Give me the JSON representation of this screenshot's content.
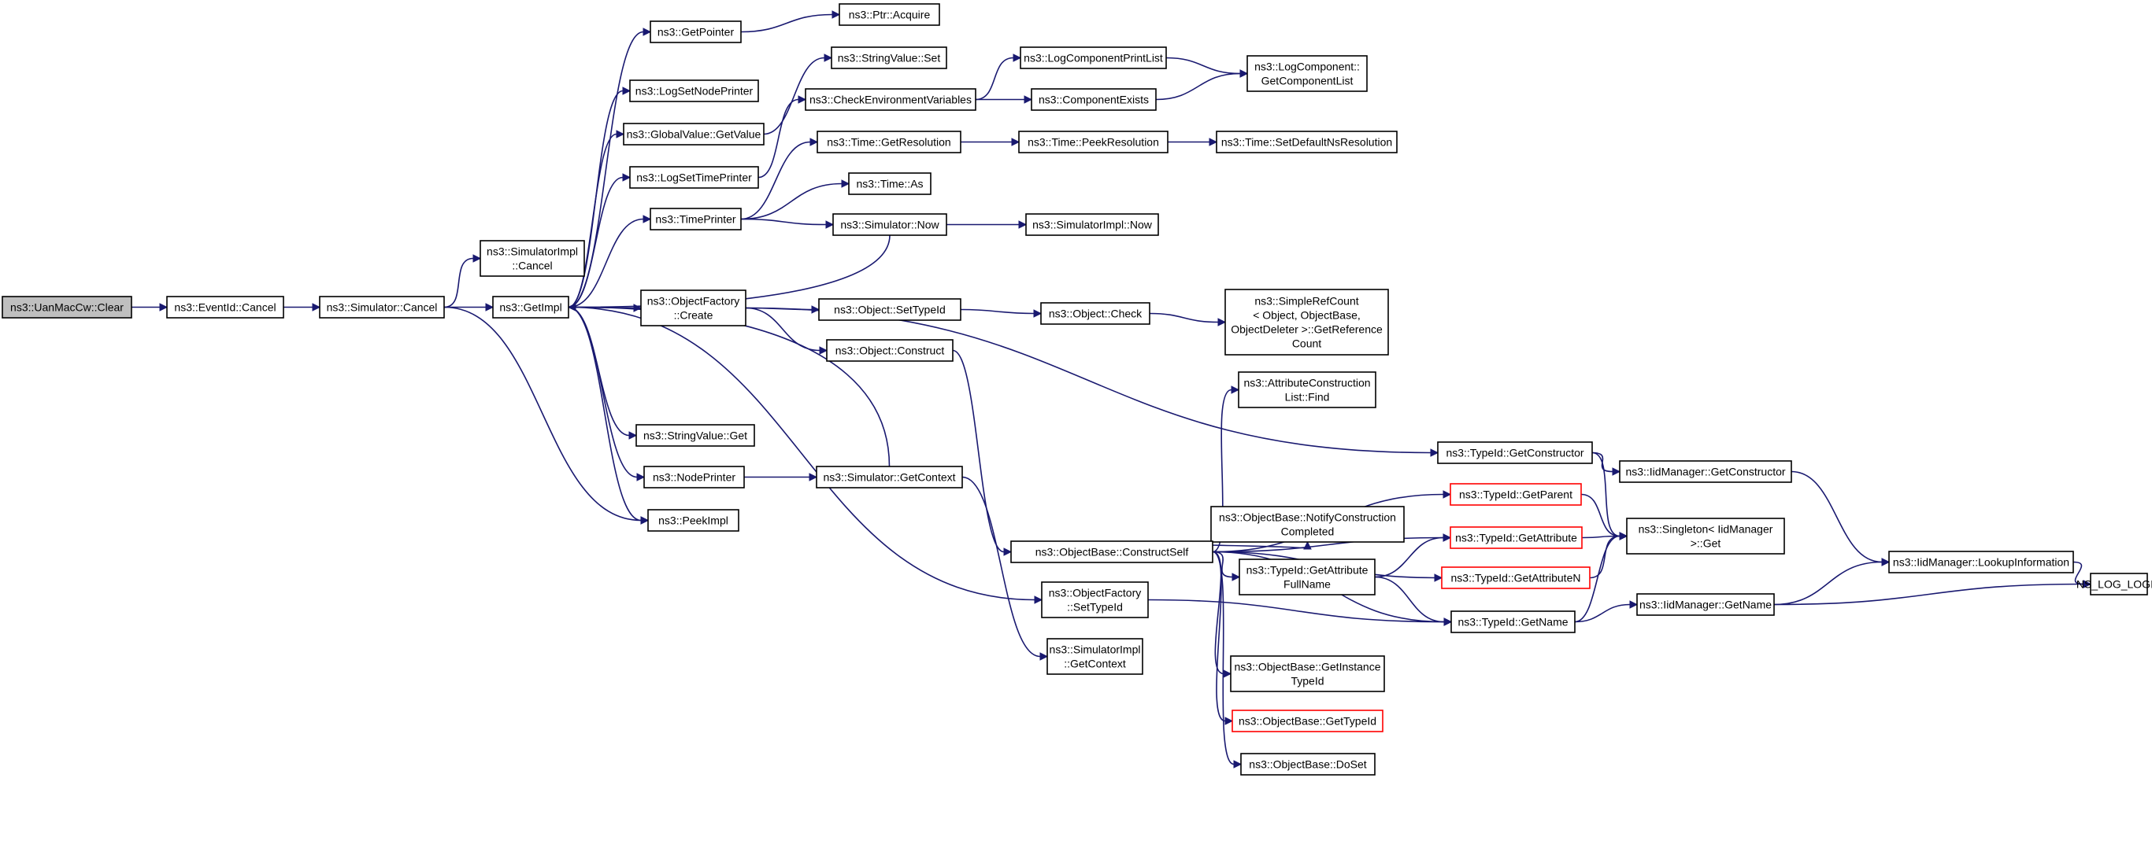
{
  "diagram": {
    "title": "",
    "colors": {
      "edge": "#191970",
      "node_border": "#000000",
      "node_border_red": "#ff0000",
      "root_fill": "#bfbfbf"
    },
    "nodes": {
      "clear": {
        "lines": [
          "ns3::UanMacCw::Clear"
        ]
      },
      "eventid_cancel": {
        "lines": [
          "ns3::EventId::Cancel"
        ]
      },
      "sim_cancel": {
        "lines": [
          "ns3::Simulator::Cancel"
        ]
      },
      "simimpl_cancel": {
        "lines": [
          "ns3::SimulatorImpl",
          "::Cancel"
        ]
      },
      "getimpl": {
        "lines": [
          "ns3::GetImpl"
        ]
      },
      "getpointer": {
        "lines": [
          "ns3::GetPointer"
        ]
      },
      "ptr_acquire": {
        "lines": [
          "ns3::Ptr::Acquire"
        ]
      },
      "logsetnodeprinter": {
        "lines": [
          "ns3::LogSetNodePrinter"
        ]
      },
      "globalvalue_getvalue": {
        "lines": [
          "ns3::GlobalValue::GetValue"
        ]
      },
      "stringvalue_set": {
        "lines": [
          "ns3::StringValue::Set"
        ]
      },
      "logsettimeprinter": {
        "lines": [
          "ns3::LogSetTimePrinter"
        ]
      },
      "checkenv": {
        "lines": [
          "ns3::CheckEnvironmentVariables"
        ]
      },
      "logcompprintlist": {
        "lines": [
          "ns3::LogComponentPrintList"
        ]
      },
      "componentexists": {
        "lines": [
          "ns3::ComponentExists"
        ]
      },
      "logcomp_getlist": {
        "lines": [
          "ns3::LogComponent::",
          "GetComponentList"
        ]
      },
      "timeprinter": {
        "lines": [
          "ns3::TimePrinter"
        ]
      },
      "time_getres": {
        "lines": [
          "ns3::Time::GetResolution"
        ]
      },
      "time_peekres": {
        "lines": [
          "ns3::Time::PeekResolution"
        ]
      },
      "time_setdefault": {
        "lines": [
          "ns3::Time::SetDefaultNsResolution"
        ]
      },
      "time_as": {
        "lines": [
          "ns3::Time::As"
        ]
      },
      "sim_now": {
        "lines": [
          "ns3::Simulator::Now"
        ]
      },
      "simimpl_now": {
        "lines": [
          "ns3::SimulatorImpl::Now"
        ]
      },
      "objfactory_create": {
        "lines": [
          "ns3::ObjectFactory",
          "::Create"
        ]
      },
      "object_settypeid": {
        "lines": [
          "ns3::Object::SetTypeId"
        ]
      },
      "object_check": {
        "lines": [
          "ns3::Object::Check"
        ]
      },
      "simplerefcount": {
        "lines": [
          "ns3::SimpleRefCount",
          "< Object, ObjectBase,",
          "ObjectDeleter >::GetReference",
          "Count"
        ]
      },
      "object_construct": {
        "lines": [
          "ns3::Object::Construct"
        ]
      },
      "attrconst_find": {
        "lines": [
          "ns3::AttributeConstruction",
          "List::Find"
        ]
      },
      "typeid_getconstructor": {
        "lines": [
          "ns3::TypeId::GetConstructor"
        ]
      },
      "iidmgr_getconstructor": {
        "lines": [
          "ns3::IidManager::GetConstructor"
        ]
      },
      "stringvalue_get": {
        "lines": [
          "ns3::StringValue::Get"
        ]
      },
      "typeid_getparent": {
        "lines": [
          "ns3::TypeId::GetParent"
        ]
      },
      "nodeprinter": {
        "lines": [
          "ns3::NodePrinter"
        ]
      },
      "sim_getcontext": {
        "lines": [
          "ns3::Simulator::GetContext"
        ]
      },
      "singleton_get": {
        "lines": [
          "ns3::Singleton< IidManager",
          ">::Get"
        ]
      },
      "peekimpl": {
        "lines": [
          "ns3::PeekImpl"
        ]
      },
      "notifyconstruction": {
        "lines": [
          "ns3::ObjectBase::NotifyConstruction",
          "Completed"
        ]
      },
      "typeid_getattribute": {
        "lines": [
          "ns3::TypeId::GetAttribute"
        ]
      },
      "constructself": {
        "lines": [
          "ns3::ObjectBase::ConstructSelf"
        ]
      },
      "typeid_getattrfullname": {
        "lines": [
          "ns3::TypeId::GetAttribute",
          "FullName"
        ]
      },
      "iidmgr_lookupinfo": {
        "lines": [
          "ns3::IidManager::LookupInformation"
        ]
      },
      "typeid_getattributen": {
        "lines": [
          "ns3::TypeId::GetAttributeN"
        ]
      },
      "objfactory_settypeid": {
        "lines": [
          "ns3::ObjectFactory",
          "::SetTypeId"
        ]
      },
      "ns_log_logic": {
        "lines": [
          "NS_LOG_LOGIC"
        ]
      },
      "typeid_getname": {
        "lines": [
          "ns3::TypeId::GetName"
        ]
      },
      "iidmgr_getname": {
        "lines": [
          "ns3::IidManager::GetName"
        ]
      },
      "simimpl_getcontext": {
        "lines": [
          "ns3::SimulatorImpl",
          "::GetContext"
        ]
      },
      "objbase_getinstancetypeid": {
        "lines": [
          "ns3::ObjectBase::GetInstance",
          "TypeId"
        ]
      },
      "objbase_gettypeid": {
        "lines": [
          "ns3::ObjectBase::GetTypeId"
        ]
      },
      "objbase_doset": {
        "lines": [
          "ns3::ObjectBase::DoSet"
        ]
      }
    }
  }
}
